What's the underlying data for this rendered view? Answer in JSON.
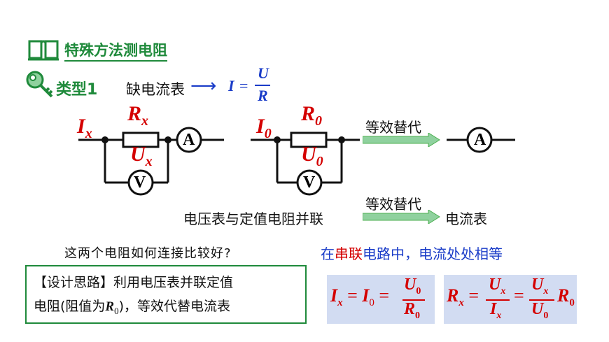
{
  "section_title": "特殊方法测电阻",
  "type": {
    "label": "类型1",
    "missing": "缺电流表",
    "arrow": "⟶",
    "formula_lhs": "I",
    "formula_eq": "=",
    "formula_num": "U",
    "formula_den": "R"
  },
  "circuit1": {
    "current_label": "I",
    "current_sub": "x",
    "resistor_label": "R",
    "resistor_sub": "x",
    "voltage_label": "U",
    "voltage_sub": "x",
    "ammeter": "A",
    "voltmeter": "V"
  },
  "circuit2": {
    "current_label": "I",
    "current_sub": "0",
    "resistor_label": "R",
    "resistor_sub": "0",
    "voltage_label": "U",
    "voltage_sub": "0",
    "voltmeter": "V"
  },
  "equivalence_top": {
    "label": "等效替代",
    "ammeter": "A"
  },
  "equivalence_bottom": {
    "left": "电压表与定值电阻并联",
    "label": "等效替代",
    "right": "电流表"
  },
  "question": "这两个电阻如何连接比较好?",
  "answer": {
    "pre": "在",
    "highlight": "串联",
    "post": "电路中，电流处处相等"
  },
  "design": {
    "line1": "【设计思路】利用电压表并联定值",
    "line2_pre": "电阻(阻值为",
    "line2_var": "R",
    "line2_sub": "0",
    "line2_post": ")，等效代替电流表"
  },
  "formula1": {
    "lhs": "I",
    "lhs_sub": "x",
    "eq1": "=",
    "mid": "I",
    "mid_sub": "0",
    "eq2": "=",
    "num": "U",
    "num_sub": "0",
    "den": "R",
    "den_sub": "0"
  },
  "formula2": {
    "lhs": "R",
    "lhs_sub": "x",
    "eq1": "=",
    "num1": "U",
    "num1_sub": "x",
    "den1": "I",
    "den1_sub": "x",
    "eq2": "=",
    "num2": "U",
    "num2_sub": "x",
    "den2": "U",
    "den2_sub": "0",
    "tail": "R",
    "tail_sub": "0"
  },
  "colors": {
    "green": "#1f8a3b",
    "red": "#d40000",
    "blue": "#1a3cc8",
    "box_blue": "#d2dcf2",
    "arrow_green": "#8fd19e"
  }
}
